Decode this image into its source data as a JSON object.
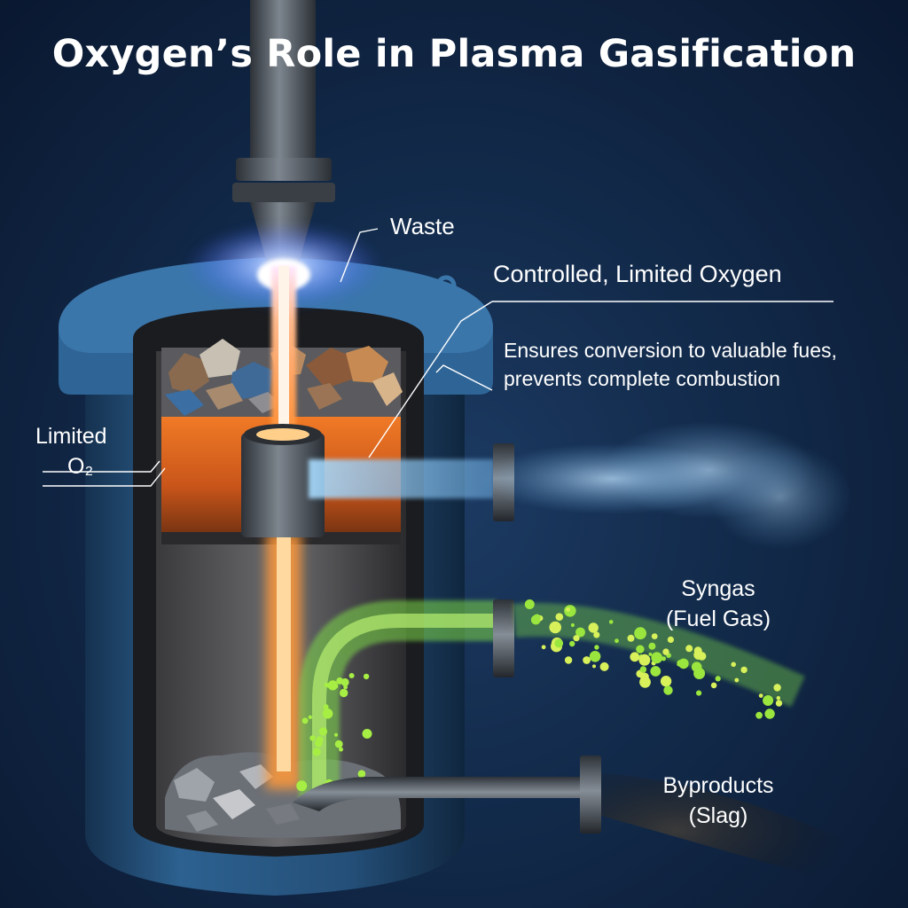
{
  "title": "Oxygen’s Role in Plasma Gasification",
  "labels": {
    "waste": "Waste",
    "controlled_oxygen": "Controlled, Limited Oxygen",
    "ensures_line1": "Ensures conversion to valuable fues,",
    "ensures_line2": "prevents complete combustion",
    "limited_line1": "Limited",
    "limited_line2": "O₂",
    "syngas_line1": "Syngas",
    "syngas_line2": "(Fuel Gas)",
    "byproducts_line1": "Byproducts",
    "byproducts_line2": "(Slag)"
  },
  "colors": {
    "background": "#122a4a",
    "vessel": "#2a5a85",
    "plasma": "#ffd9a0",
    "hot_zone": "#e0661f",
    "oxygen_stream": "#8fc6f0",
    "syngas": "#8ee03a",
    "slag": "#2a2a2a"
  }
}
